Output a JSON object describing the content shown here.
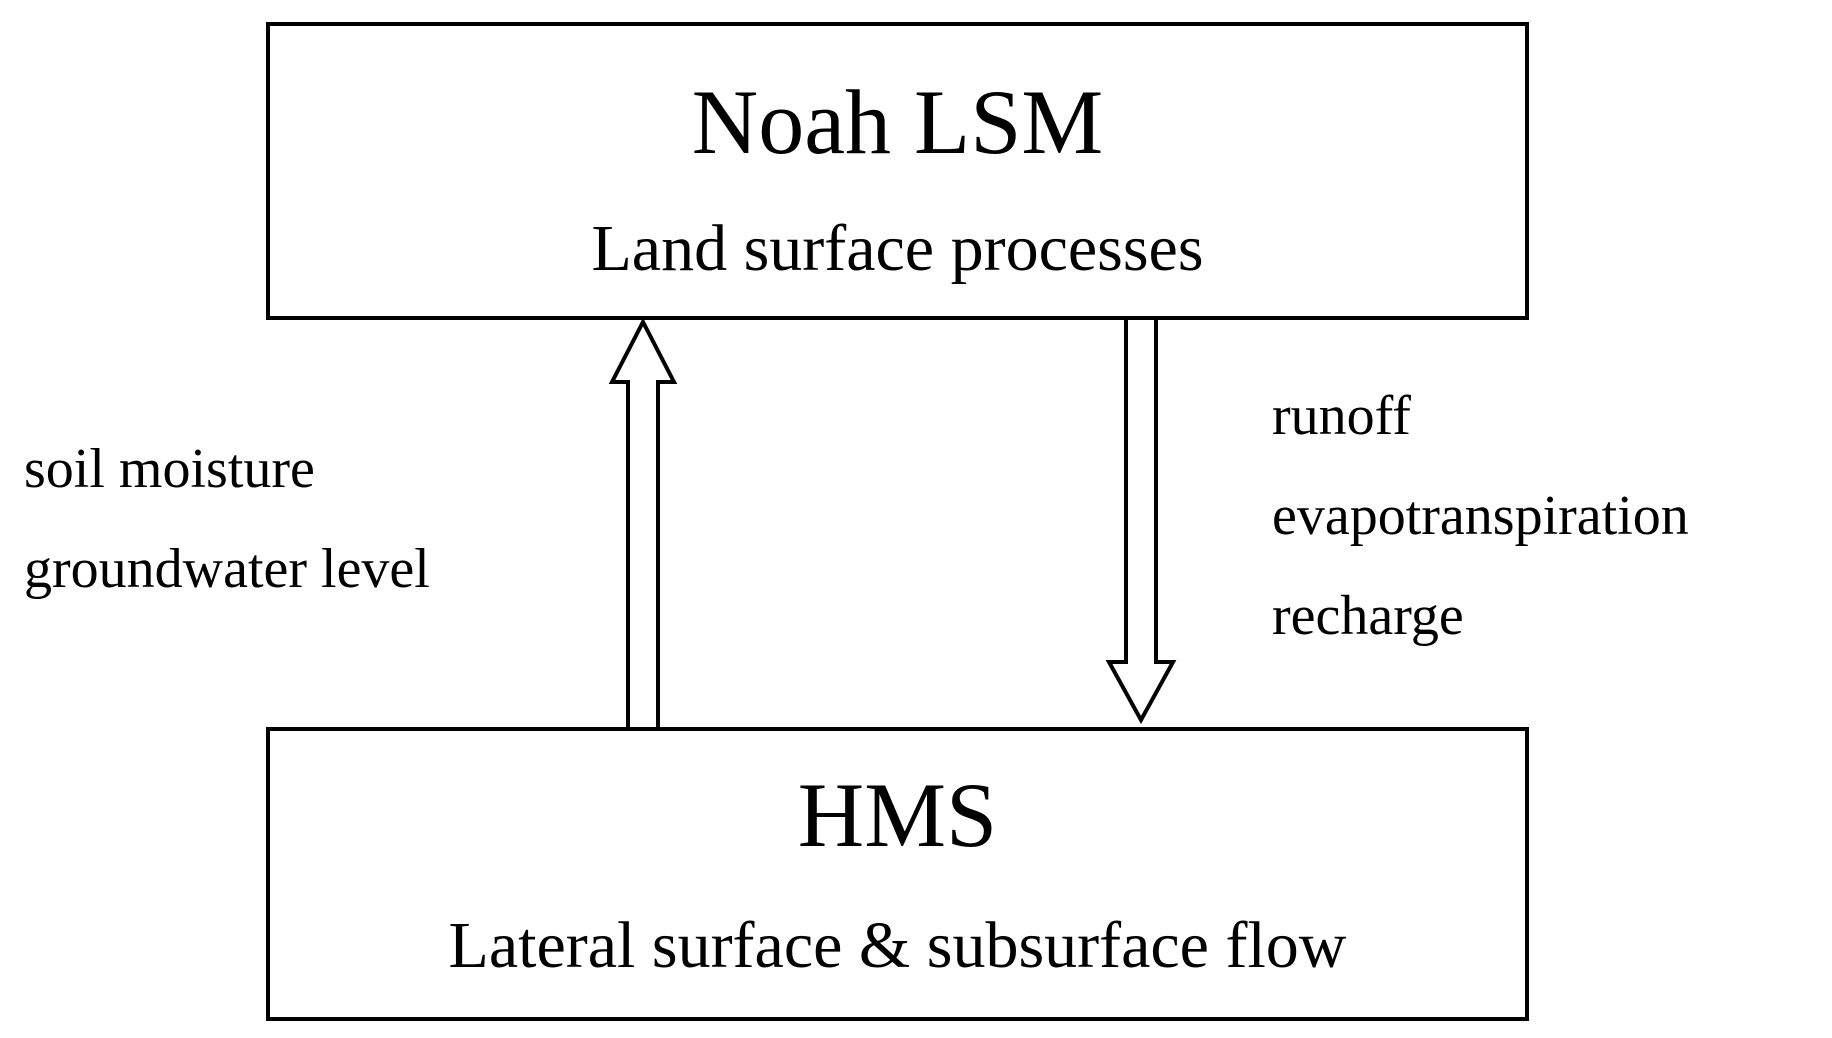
{
  "top_box": {
    "title": "Noah LSM",
    "subtitle": "Land surface processes"
  },
  "bottom_box": {
    "title": "HMS",
    "subtitle": "Lateral surface & subsurface flow"
  },
  "upward_flow": {
    "labels": [
      "soil moisture",
      "groundwater level"
    ]
  },
  "downward_flow": {
    "labels": [
      "runoff",
      "evapotranspiration",
      "recharge"
    ]
  }
}
